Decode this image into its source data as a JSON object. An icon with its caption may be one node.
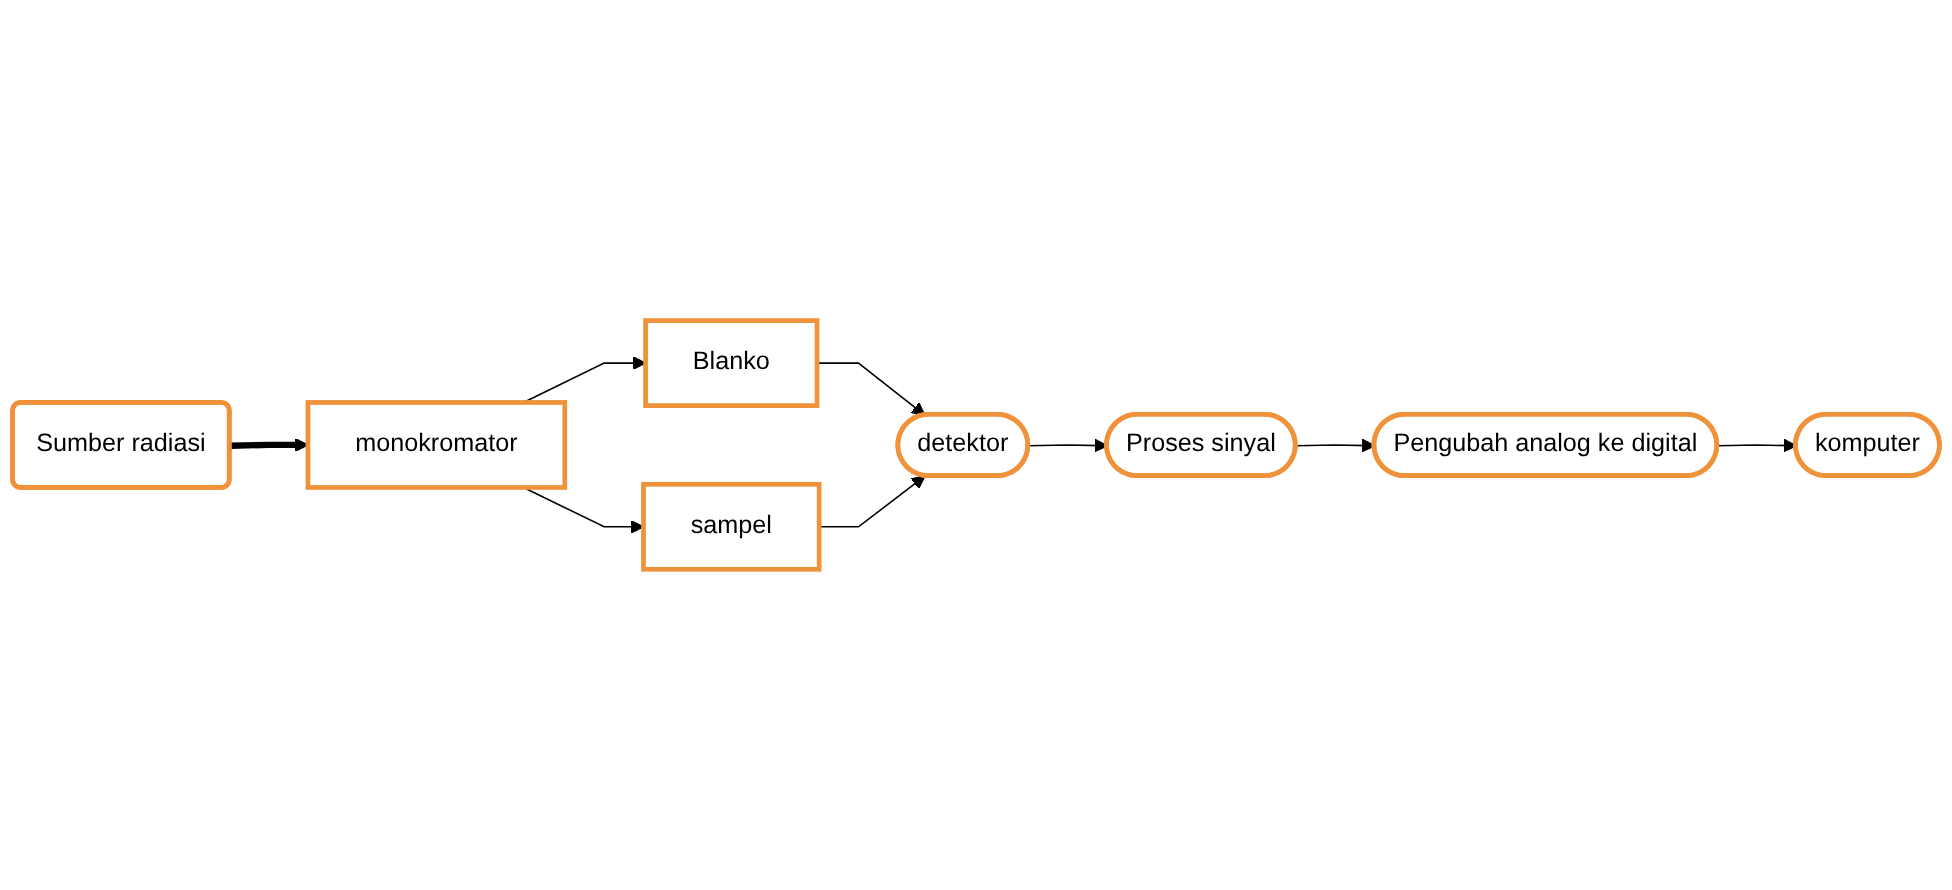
{
  "diagram": {
    "nodes": [
      {
        "text": [
          "Sumber radiasi"
        ]
      },
      {
        "text": [
          "monokromator"
        ]
      },
      {
        "text": [
          "Blanko"
        ]
      },
      {
        "text": [
          "sampel"
        ]
      },
      {
        "text": [
          "detektor"
        ]
      },
      {
        "text": [
          "Proses sinyal"
        ]
      },
      {
        "text": [
          "Pengubah analog ke digital"
        ]
      },
      {
        "text": [
          "komputer"
        ]
      }
    ],
    "edges": [
      {
        "from": 0,
        "to": 1,
        "arrow": "to",
        "style": "thick"
      },
      {
        "from": 1,
        "to": 2,
        "arrow": "to"
      },
      {
        "from": 1,
        "to": 3,
        "arrow": "to"
      },
      {
        "from": 2,
        "to": 4,
        "arrow": "to"
      },
      {
        "from": 3,
        "to": 4,
        "arrow": "to"
      },
      {
        "from": 4,
        "to": 5,
        "arrow": "to"
      },
      {
        "from": 5,
        "to": 6,
        "arrow": "to"
      },
      {
        "from": 6,
        "to": 7,
        "arrow": "to"
      }
    ]
  }
}
